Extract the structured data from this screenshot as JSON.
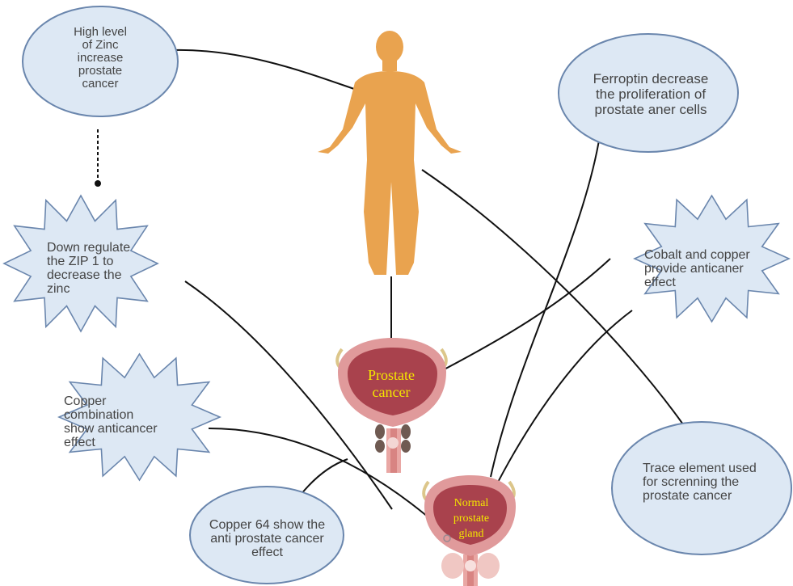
{
  "nodes": {
    "zinc": "High level\nof Zinc\nincrease\nprostate\ncancer",
    "ferroptin": "Ferroptin decrease\nthe proliferation of\nprostate aner cells",
    "zip1": "Down regulate\nthe ZIP 1 to\ndecrease the\nzinc",
    "cobalt": "Cobalt and copper\nprovide anticaner\neffect",
    "copper_combination": "Copper\ncombination\nshow anticancer\neffect",
    "trace": "Trace element used\nfor screnning the\nprostate cancer",
    "copper64": "Copper 64 show the\nanti prostate cancer\neffect"
  },
  "glands": {
    "cancer_label": "Prostate\ncancer",
    "normal_label": "Normal\nprostate\ngland"
  },
  "colors": {
    "bubble_fill": "#dde8f4",
    "bubble_stroke": "#6a86ad",
    "body": "#e9a34f",
    "gland_outer": "#e09a9b",
    "gland_inner": "#a9424d",
    "label_yellow": "#f3e600"
  }
}
